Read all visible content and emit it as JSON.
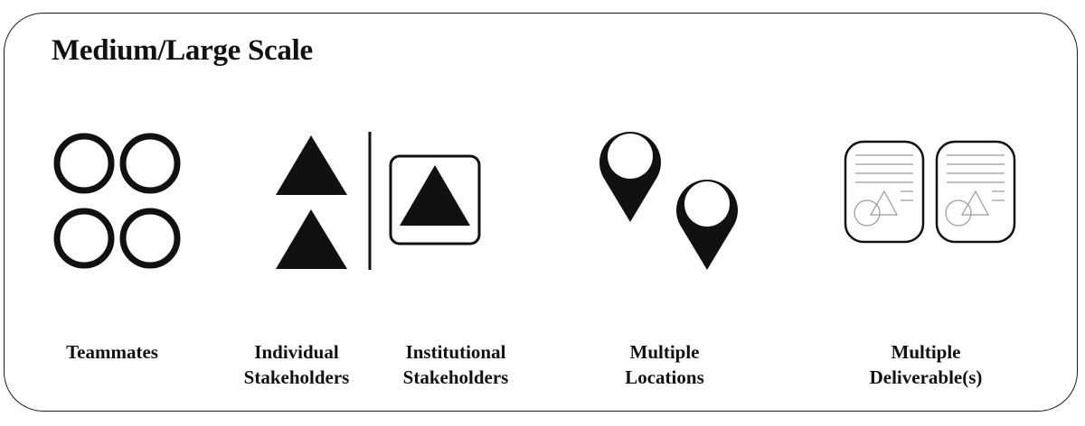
{
  "title": "Medium/Large Scale",
  "items": [
    {
      "name": "teammates",
      "icon": "four-circles-icon",
      "label_lines": [
        "Teammates"
      ]
    },
    {
      "name": "individual-stakeholders",
      "icon": "stacked-triangles-icon",
      "label_lines": [
        "Individual",
        "Stakeholders"
      ]
    },
    {
      "name": "institutional-stakeholders",
      "icon": "boxed-triangle-icon",
      "label_lines": [
        "Institutional",
        "Stakeholders"
      ]
    },
    {
      "name": "multiple-locations",
      "icon": "map-pins-icon",
      "label_lines": [
        "Multiple",
        "Locations"
      ]
    },
    {
      "name": "multiple-deliverables",
      "icon": "documents-icon",
      "label_lines": [
        "Multiple",
        "Deliverable(s)"
      ]
    }
  ],
  "colors": {
    "ink": "#111111",
    "faint": "#9a9a9a",
    "border": "#1a1a1a"
  }
}
